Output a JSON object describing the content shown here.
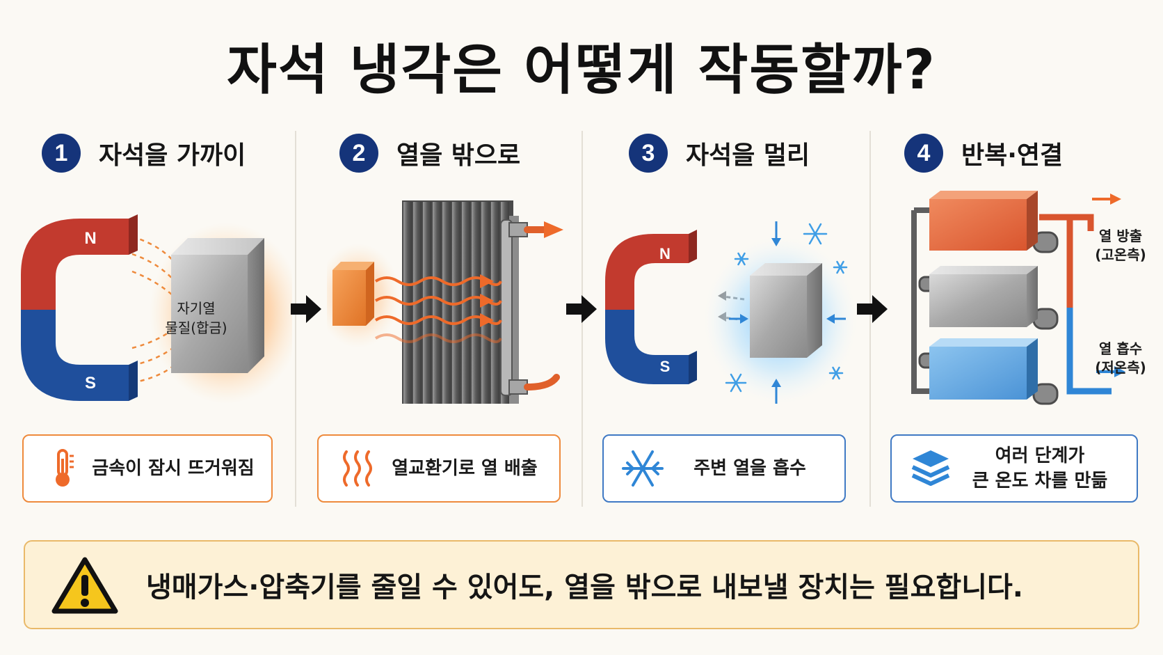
{
  "title": "자석 냉각은 어떻게 작동할까?",
  "steps": [
    {
      "num": "1",
      "label": "자석을 가까이",
      "caption": "금속이 잠시 뜨거워짐",
      "caption_icon": "thermometer-icon"
    },
    {
      "num": "2",
      "label": "열을 밖으로",
      "caption": "열교환기로 열 배출",
      "caption_icon": "heat-waves-icon"
    },
    {
      "num": "3",
      "label": "자석을 멀리",
      "caption": "주변 열을 흡수",
      "caption_icon": "snowflake-icon"
    },
    {
      "num": "4",
      "label": "반복·연결",
      "caption_line1": "여러 단계가",
      "caption_line2": "큰 온도 차를 만듦",
      "caption_icon": "layers-icon"
    }
  ],
  "illustration": {
    "magnet_north": "N",
    "magnet_south": "S",
    "material_line1": "자기열",
    "material_line2": "물질(합금)",
    "heat_out_line1": "열 방출",
    "heat_out_line2": "(고온측)",
    "heat_in_line1": "열 흡수",
    "heat_in_line2": "(저온측)"
  },
  "note": {
    "text": "냉매가스·압축기를 줄일 수 있어도, 열을 밖으로 내보낼 장치는 필요합니다.",
    "icon": "warning-icon"
  },
  "colors": {
    "accent_navy": "#15347a",
    "hot_orange": "#ee6a2a",
    "cold_blue": "#2f86d6",
    "magnet_red": "#c23a2e",
    "magnet_blue": "#1f4f9c",
    "note_bg": "#fdf1d6"
  }
}
